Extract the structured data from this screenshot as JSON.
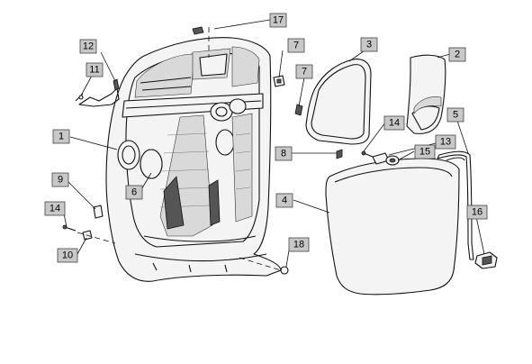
{
  "diagram": {
    "callouts": [
      {
        "id": "callout-17",
        "label": "17"
      },
      {
        "id": "callout-12",
        "label": "12"
      },
      {
        "id": "callout-11",
        "label": "11"
      },
      {
        "id": "callout-7a",
        "label": "7"
      },
      {
        "id": "callout-3",
        "label": "3"
      },
      {
        "id": "callout-2",
        "label": "2"
      },
      {
        "id": "callout-7b",
        "label": "7"
      },
      {
        "id": "callout-1",
        "label": "1"
      },
      {
        "id": "callout-5",
        "label": "5"
      },
      {
        "id": "callout-14a",
        "label": "14"
      },
      {
        "id": "callout-13",
        "label": "13"
      },
      {
        "id": "callout-8",
        "label": "8"
      },
      {
        "id": "callout-15",
        "label": "15"
      },
      {
        "id": "callout-9",
        "label": "9"
      },
      {
        "id": "callout-6",
        "label": "6"
      },
      {
        "id": "callout-4",
        "label": "4"
      },
      {
        "id": "callout-14b",
        "label": "14"
      },
      {
        "id": "callout-16",
        "label": "16"
      },
      {
        "id": "callout-10",
        "label": "10"
      },
      {
        "id": "callout-18",
        "label": "18"
      }
    ]
  }
}
